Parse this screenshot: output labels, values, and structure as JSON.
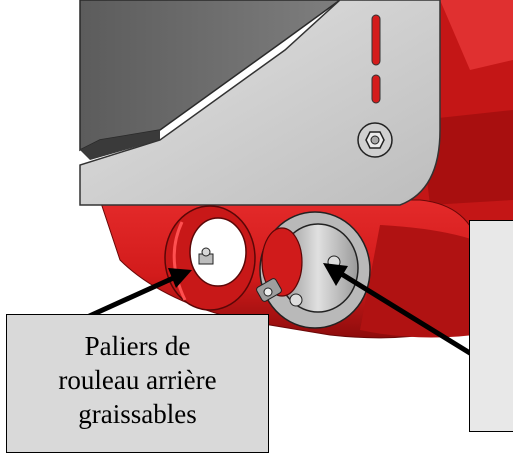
{
  "callouts": {
    "left": {
      "lines": [
        "Paliers de",
        "rouleau arrière",
        "graissables"
      ]
    },
    "right": {
      "lines": []
    }
  },
  "colors": {
    "machine_red": "#d81e1e",
    "machine_red_dark": "#9c0d0d",
    "plate_grey": "#cfcfcf",
    "shield_grey": "#6e6e6e",
    "callout_bg": "#d9d9d9",
    "arrow": "#000000"
  },
  "icons": [
    "bolt-nut",
    "bearing-flange",
    "grease-nipple",
    "pointer-arrow"
  ]
}
